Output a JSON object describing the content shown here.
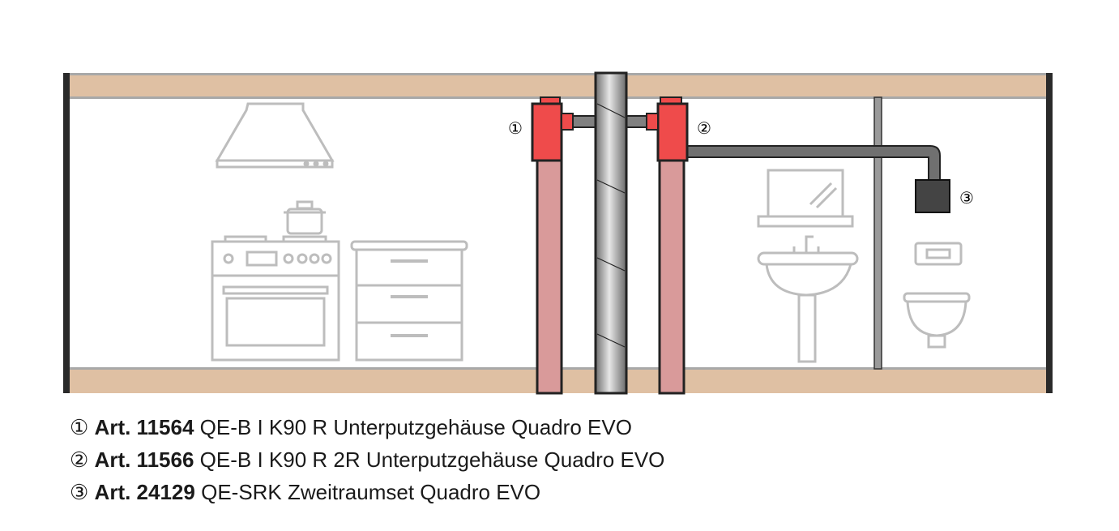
{
  "colors": {
    "ceiling": "#dfc0a3",
    "duct_red": "#ef4b4b",
    "duct_pink": "#d99a9a",
    "pipe_grey": "#8a8a8a",
    "outline": "#bdbdbd"
  },
  "markers": [
    "①",
    "②",
    "③"
  ],
  "legend": [
    {
      "marker": "①",
      "art": "Art. 11564",
      "desc": "QE-B I K90 R Unterputzgehäuse Quadro EVO"
    },
    {
      "marker": "②",
      "art": "Art. 11566",
      "desc": "QE-B I K90 R 2R Unterputzgehäuse Quadro EVO"
    },
    {
      "marker": "③",
      "art": "Art. 24129",
      "desc": "QE-SRK Zweitraumset Quadro EVO"
    }
  ]
}
